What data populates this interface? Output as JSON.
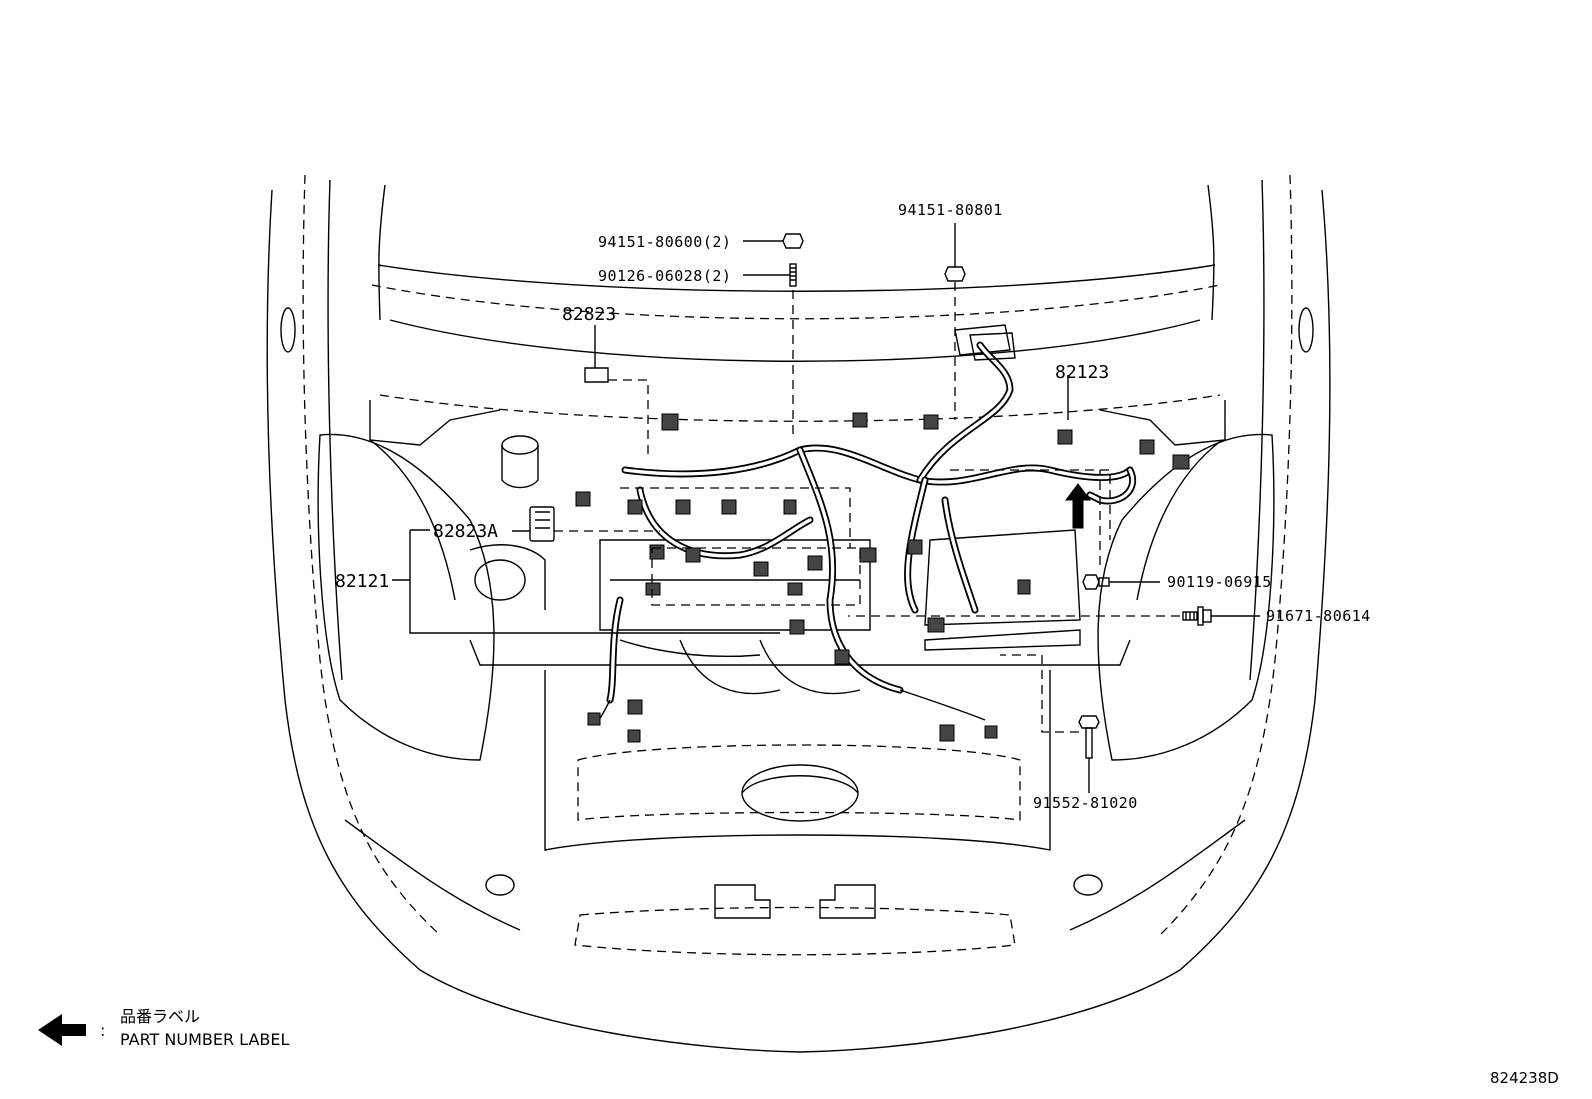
{
  "diagram_id": "824238D",
  "legend": {
    "label_jp": "品番ラベル",
    "label_en": "PART NUMBER LABEL",
    "separator": ":"
  },
  "callouts": [
    {
      "id": "c-94151-80600",
      "text": "94151-80600(2)"
    },
    {
      "id": "c-90126-06028",
      "text": "90126-06028(2)"
    },
    {
      "id": "c-94151-80801",
      "text": "94151-80801"
    },
    {
      "id": "c-82823",
      "text": "82823"
    },
    {
      "id": "c-82123",
      "text": "82123"
    },
    {
      "id": "c-82823a",
      "text": "82823A"
    },
    {
      "id": "c-82121",
      "text": "82121"
    },
    {
      "id": "c-90119-06915",
      "text": "90119-06915"
    },
    {
      "id": "c-91671-80614",
      "text": "91671-80614"
    },
    {
      "id": "c-91552-81020",
      "text": "91552-81020"
    }
  ]
}
